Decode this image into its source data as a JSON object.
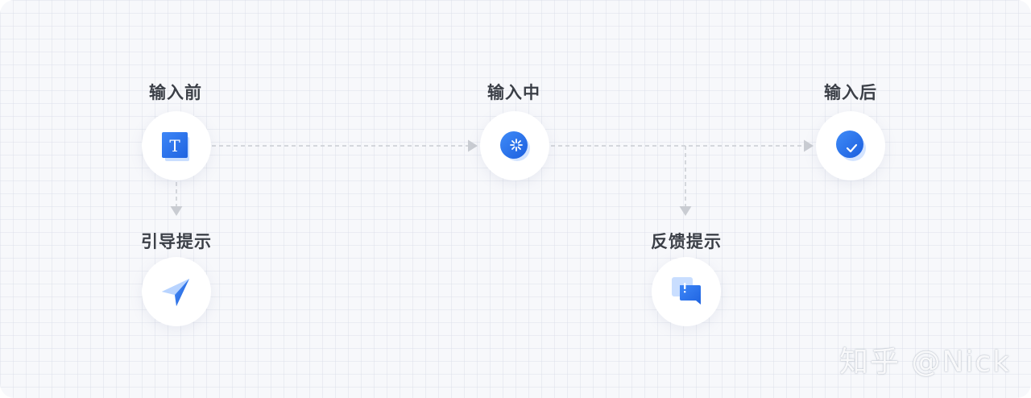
{
  "steps": {
    "before": {
      "label": "输入前",
      "icon": "text-t-icon"
    },
    "during": {
      "label": "输入中",
      "icon": "loading-spinner-icon"
    },
    "after": {
      "label": "输入后",
      "icon": "check-circle-icon"
    },
    "guide": {
      "label": "引导提示",
      "icon": "paper-plane-icon",
      "icon_text": ""
    },
    "feedback": {
      "label": "反馈提示",
      "icon": "chat-bubble-icon"
    }
  },
  "colors": {
    "accent": "#2f7bf5",
    "accent_light": "#7fb2ff",
    "label": "#3b3f47",
    "connector": "#c9ccd2"
  },
  "watermark": "知乎 @Nick",
  "before_icon_glyph": "T"
}
